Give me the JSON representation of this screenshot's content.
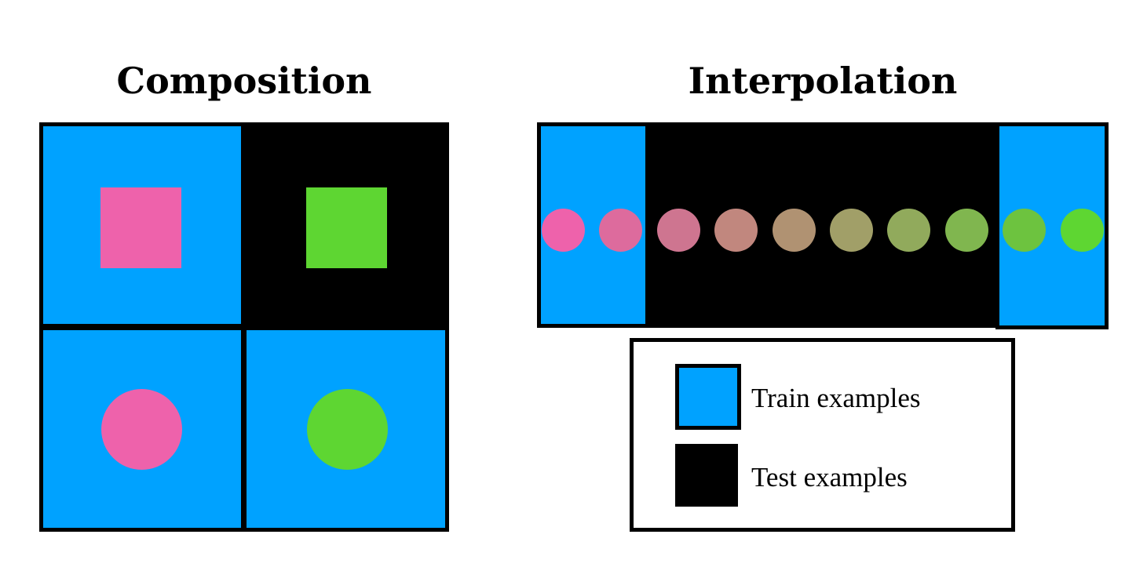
{
  "composition": {
    "title": "Composition",
    "cells": [
      {
        "role": "train",
        "shape": "square",
        "shape_color": "#EE62AB"
      },
      {
        "role": "test",
        "shape": "square",
        "shape_color": "#5ED632"
      },
      {
        "role": "train",
        "shape": "circle",
        "shape_color": "#EE62AB"
      },
      {
        "role": "train",
        "shape": "circle",
        "shape_color": "#5ED632"
      }
    ]
  },
  "interpolation": {
    "title": "Interpolation",
    "dots": [
      {
        "color": "#EE62AB",
        "role": "train"
      },
      {
        "color": "#DD6B9D",
        "role": "train"
      },
      {
        "color": "#CE7590",
        "role": "test"
      },
      {
        "color": "#C1877E",
        "role": "test"
      },
      {
        "color": "#B09272",
        "role": "test"
      },
      {
        "color": "#A19F68",
        "role": "test"
      },
      {
        "color": "#91AA5C",
        "role": "test"
      },
      {
        "color": "#80B64F",
        "role": "test"
      },
      {
        "color": "#6DC33F",
        "role": "train"
      },
      {
        "color": "#5ED632",
        "role": "train"
      }
    ]
  },
  "legend": {
    "train_label": "Train examples",
    "test_label": "Test examples",
    "train_color": "#00A2FF",
    "test_color": "#000000"
  }
}
